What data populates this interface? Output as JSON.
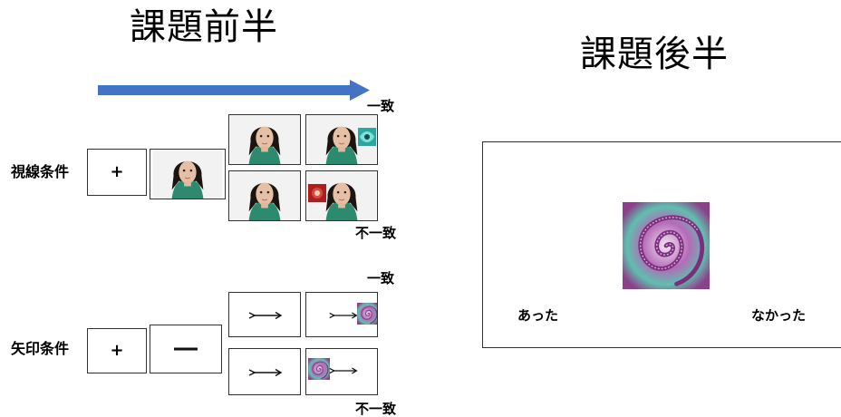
{
  "task_first_half": {
    "title": "課題前半"
  },
  "task_second_half": {
    "title": "課題後半"
  },
  "gaze_condition": {
    "label": "視線条件",
    "fixation_symbol": "+"
  },
  "arrow_condition": {
    "label": "矢印条件",
    "fixation_symbol": "+"
  },
  "outcome_labels": {
    "congruent": "一致",
    "incongruent": "不一致"
  },
  "response_screen": {
    "yes_label": "あった",
    "no_label": "なかった"
  },
  "colors": {
    "timeline_arrow": "#4472C4",
    "spiral_purple": "#8E3F8C",
    "spiral_teal": "#49B7A6"
  }
}
